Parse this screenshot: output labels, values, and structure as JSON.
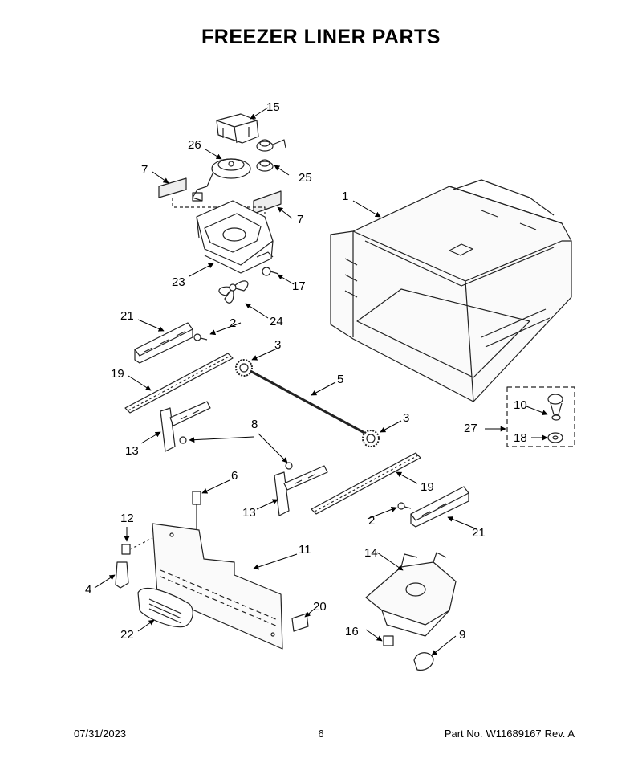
{
  "page": {
    "title": "FREEZER LINER PARTS"
  },
  "callouts": [
    {
      "id": "c1",
      "label": "1"
    },
    {
      "id": "c2a",
      "label": "2"
    },
    {
      "id": "c2b",
      "label": "2"
    },
    {
      "id": "c3a",
      "label": "3"
    },
    {
      "id": "c3b",
      "label": "3"
    },
    {
      "id": "c4",
      "label": "4"
    },
    {
      "id": "c5",
      "label": "5"
    },
    {
      "id": "c6",
      "label": "6"
    },
    {
      "id": "c7a",
      "label": "7"
    },
    {
      "id": "c7b",
      "label": "7"
    },
    {
      "id": "c8",
      "label": "8"
    },
    {
      "id": "c9",
      "label": "9"
    },
    {
      "id": "c10",
      "label": "10"
    },
    {
      "id": "c11",
      "label": "11"
    },
    {
      "id": "c12",
      "label": "12"
    },
    {
      "id": "c13a",
      "label": "13"
    },
    {
      "id": "c13b",
      "label": "13"
    },
    {
      "id": "c14",
      "label": "14"
    },
    {
      "id": "c15",
      "label": "15"
    },
    {
      "id": "c16",
      "label": "16"
    },
    {
      "id": "c17",
      "label": "17"
    },
    {
      "id": "c18",
      "label": "18"
    },
    {
      "id": "c19a",
      "label": "19"
    },
    {
      "id": "c19b",
      "label": "19"
    },
    {
      "id": "c20",
      "label": "20"
    },
    {
      "id": "c21a",
      "label": "21"
    },
    {
      "id": "c21b",
      "label": "21"
    },
    {
      "id": "c22",
      "label": "22"
    },
    {
      "id": "c23",
      "label": "23"
    },
    {
      "id": "c24",
      "label": "24"
    },
    {
      "id": "c25",
      "label": "25"
    },
    {
      "id": "c26",
      "label": "26"
    },
    {
      "id": "c27",
      "label": "27"
    }
  ],
  "footer": {
    "date": "07/31/2023",
    "page_number": "6",
    "part_no_label": "Part No.",
    "part_no": "W11689167",
    "revision": "Rev.  A"
  }
}
